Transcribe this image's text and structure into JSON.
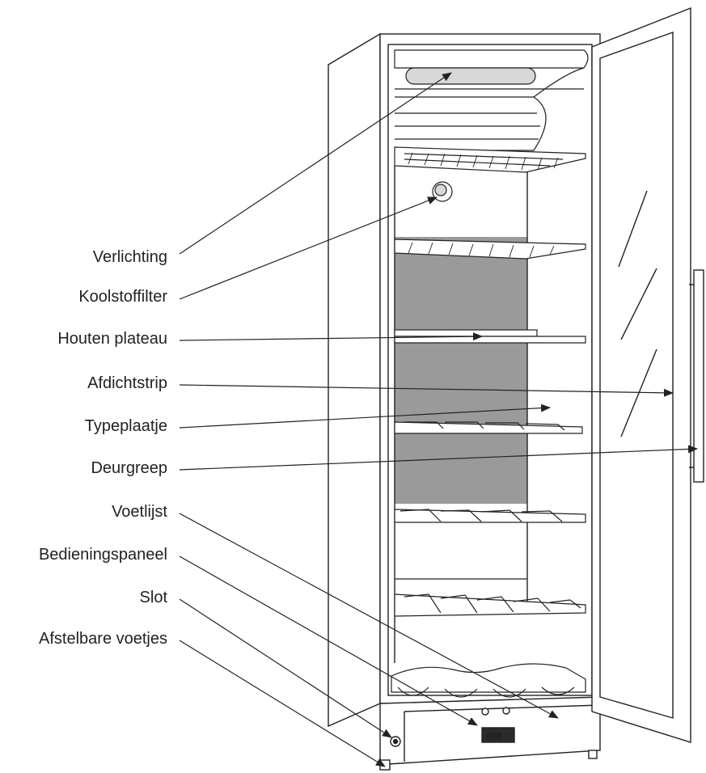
{
  "labels": {
    "verlichting": "Verlichting",
    "koolstoffilter": "Koolstoffilter",
    "houten_plateau": "Houten plateau",
    "afdichtstrip": "Afdichtstrip",
    "typeplaatje": "Typeplaatje",
    "deurgreep": "Deurgreep",
    "voetlijst": "Voetlijst",
    "bedieningspaneel": "Bedieningspaneel",
    "slot": "Slot",
    "afstelbare_voetjes": "Afstelbare voetjes"
  },
  "display_readout": "888",
  "colors": {
    "line": "#222222",
    "back_panel": "#9a9a9a",
    "display": "#2a2a2a"
  }
}
